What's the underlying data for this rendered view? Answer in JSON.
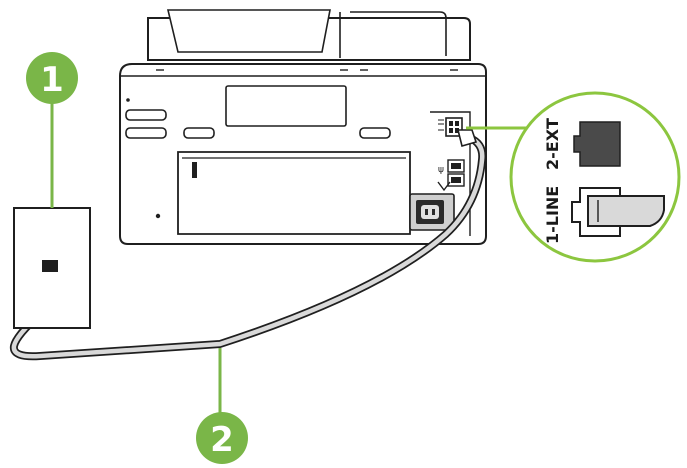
{
  "callouts": {
    "wall_jack_number": "1",
    "cord_number": "2"
  },
  "ports": {
    "ext_label": "2-EXT",
    "line_label": "1-LINE"
  },
  "colors": {
    "callout_green": "#7ab648",
    "outline": "#1f1f1f",
    "cord_fill": "#d9d9d9",
    "zoom_ring": "#8cc63f"
  },
  "icons": {
    "printer": "printer-back-view",
    "wall_jack": "wall-phone-jack",
    "cord": "phone-cord"
  }
}
